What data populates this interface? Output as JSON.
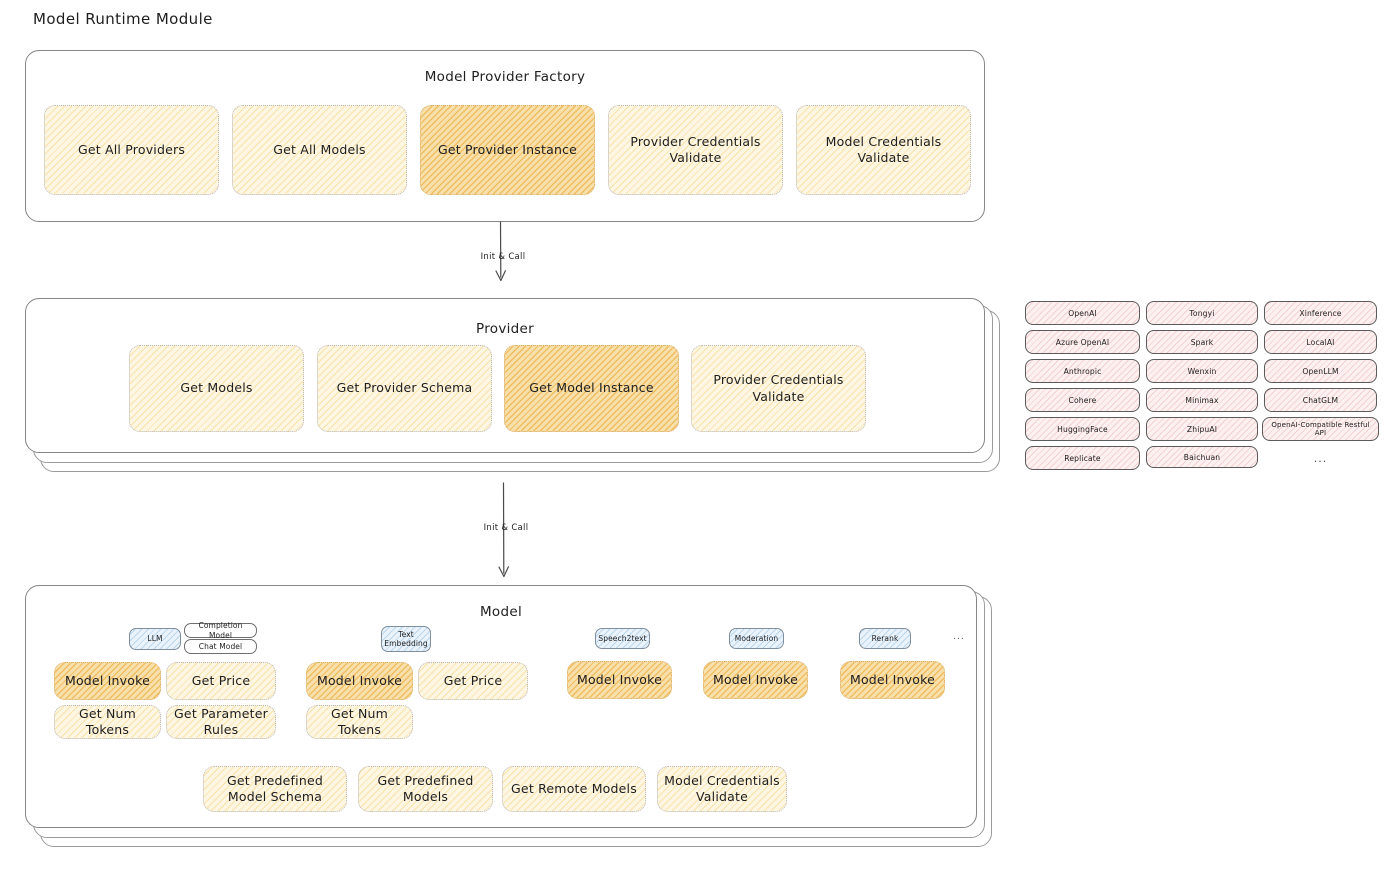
{
  "page": {
    "title": "Model Runtime Module"
  },
  "factory": {
    "title": "Model Provider Factory",
    "boxes": [
      {
        "label": "Get All Providers",
        "highlight": false
      },
      {
        "label": "Get All Models",
        "highlight": false
      },
      {
        "label": "Get Provider Instance",
        "highlight": true
      },
      {
        "label": "Provider Credentials Validate",
        "highlight": false
      },
      {
        "label": "Model Credentials Validate",
        "highlight": false
      }
    ]
  },
  "arrows": [
    {
      "label": "Init & Call"
    },
    {
      "label": "Init & Call"
    }
  ],
  "provider": {
    "title": "Provider",
    "boxes": [
      {
        "label": "Get Models",
        "highlight": false
      },
      {
        "label": "Get Provider Schema",
        "highlight": false
      },
      {
        "label": "Get Model Instance",
        "highlight": true
      },
      {
        "label": "Provider Credentials Validate",
        "highlight": false
      }
    ]
  },
  "provider_list": {
    "columns": [
      [
        "OpenAI",
        "Azure OpenAI",
        "Anthropic",
        "Cohere",
        "HuggingFace",
        "Replicate"
      ],
      [
        "Tongyi",
        "Spark",
        "Wenxin",
        "Minimax",
        "ZhipuAI",
        "Baichuan"
      ],
      [
        "Xinference",
        "LocalAI",
        "OpenLLM",
        "ChatGLM",
        "OpenAI-Compatible Restful API"
      ]
    ],
    "more": "..."
  },
  "model": {
    "title": "Model",
    "more": "...",
    "types": [
      {
        "chip": "LLM",
        "subchips": [
          "Completion Model",
          "Chat Model"
        ],
        "boxes": [
          {
            "label": "Model Invoke",
            "highlight": true
          },
          {
            "label": "Get Price",
            "highlight": false
          },
          {
            "label": "Get Num Tokens",
            "highlight": false
          },
          {
            "label": "Get Parameter Rules",
            "highlight": false
          }
        ]
      },
      {
        "chip": "Text Embedding",
        "subchips": [],
        "boxes": [
          {
            "label": "Model Invoke",
            "highlight": true
          },
          {
            "label": "Get Price",
            "highlight": false
          },
          {
            "label": "Get Num Tokens",
            "highlight": false
          }
        ]
      },
      {
        "chip": "Speech2text",
        "subchips": [],
        "boxes": [
          {
            "label": "Model Invoke",
            "highlight": true
          }
        ]
      },
      {
        "chip": "Moderation",
        "subchips": [],
        "boxes": [
          {
            "label": "Model Invoke",
            "highlight": true
          }
        ]
      },
      {
        "chip": "Rerank",
        "subchips": [],
        "boxes": [
          {
            "label": "Model Invoke",
            "highlight": true
          }
        ]
      }
    ],
    "common_boxes": [
      {
        "label": "Get Predefined Model Schema"
      },
      {
        "label": "Get Predefined Models"
      },
      {
        "label": "Get Remote Models"
      },
      {
        "label": "Model Credentials Validate"
      }
    ]
  },
  "colors": {
    "hatch_light": "#f5c65d",
    "hatch_hot": "#e8a528",
    "chip_blue": "#6ea8d6",
    "pill_pink": "#e08c8c",
    "stroke": "#868686"
  }
}
